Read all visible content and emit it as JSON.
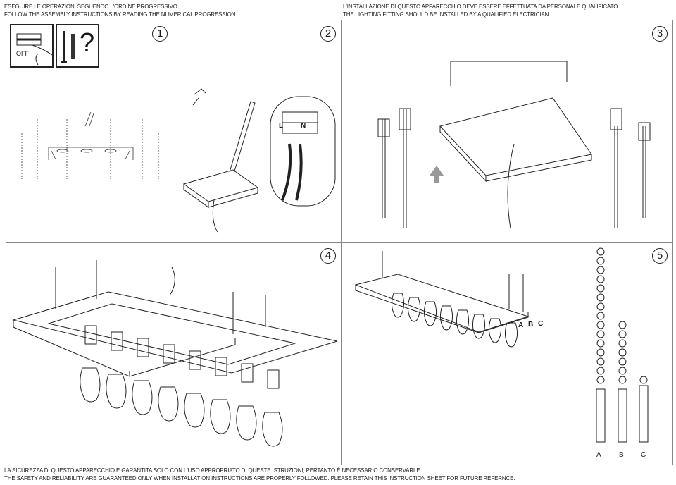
{
  "header": {
    "left_it": "ESEGUIRE LE OPERAZIONI SEGUENDO L'ORDINE PROGRESSIVO",
    "left_en": "FOLLOW THE ASSEMBLY INSTRUCTIONS BY READING THE NUMERICAL PROGRESSION",
    "right_it": "L'INSTALLAZIONE DI QUESTO APPARECCHIO DEVE ESSERE EFFETTUATA DA PERSONALE QUALIFICATO",
    "right_en": "THE LIGHTING FITTING SHOULD BE INSTALLED BY A QUALIFIED ELECTRICIAN"
  },
  "panels": [
    {
      "number": "1",
      "off_label": "OFF",
      "question_mark": "?"
    },
    {
      "number": "2",
      "terminal_l": "L",
      "terminal_n": "N"
    },
    {
      "number": "3"
    },
    {
      "number": "4"
    },
    {
      "number": "5",
      "labels_small": [
        "A",
        "B",
        "C"
      ],
      "labels_bottom": [
        "A",
        "B",
        "C"
      ]
    }
  ],
  "footer": {
    "it": "LA SICUREZZA DI QUESTO APPARECCHIO È GARANTITA SOLO CON L'USO APPROPRIATO DI QUESTE ISTRUZIONI, PERTANTO È NECESSARIO CONSERVARLE",
    "en": "THE SAFETY AND RELIABILITY ARE GUARANTEED ONLY WHEN INSTALLATION INSTRUCTIONS ARE PROPERLY FOLLOWED. PLEASE RETAIN THIS INSTRUCTION SHEET FOR FUTURE REFERNCE."
  }
}
